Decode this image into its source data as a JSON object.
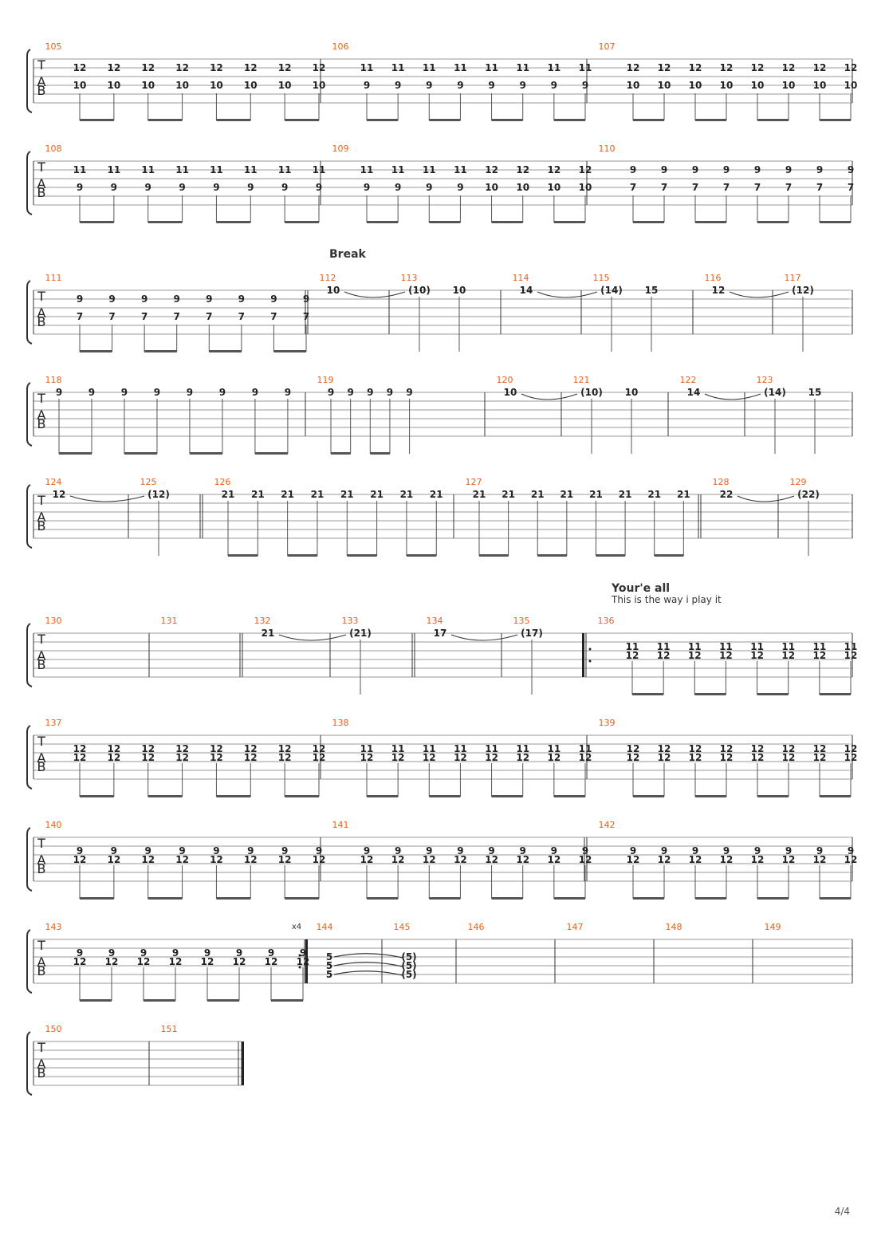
{
  "page": {
    "number": "4/4"
  },
  "systems": [
    {
      "bracket": true,
      "measures": [
        {
          "num": "105",
          "pattern": "p",
          "notes": [
            [
              "12",
              "10"
            ],
            [
              "12",
              "10"
            ],
            [
              "12",
              "10"
            ],
            [
              "12",
              "10"
            ],
            [
              "12",
              "10"
            ],
            [
              "12",
              "10"
            ],
            [
              "12",
              "10"
            ],
            [
              "12",
              "10"
            ]
          ]
        },
        {
          "num": "106",
          "pattern": "p",
          "notes": [
            [
              "11",
              "9"
            ],
            [
              "11",
              "9"
            ],
            [
              "11",
              "9"
            ],
            [
              "11",
              "9"
            ],
            [
              "11",
              "9"
            ],
            [
              "11",
              "9"
            ],
            [
              "11",
              "9"
            ],
            [
              "11",
              "9"
            ]
          ]
        },
        {
          "num": "107",
          "pattern": "p",
          "notes": [
            [
              "12",
              "10"
            ],
            [
              "12",
              "10"
            ],
            [
              "12",
              "10"
            ],
            [
              "12",
              "10"
            ],
            [
              "12",
              "10"
            ],
            [
              "12",
              "10"
            ],
            [
              "12",
              "10"
            ],
            [
              "12",
              "10"
            ]
          ]
        }
      ]
    },
    {
      "bracket": true,
      "measures": [
        {
          "num": "108",
          "pattern": "p",
          "notes": [
            [
              "11",
              "9"
            ],
            [
              "11",
              "9"
            ],
            [
              "11",
              "9"
            ],
            [
              "11",
              "9"
            ],
            [
              "11",
              "9"
            ],
            [
              "11",
              "9"
            ],
            [
              "11",
              "9"
            ],
            [
              "11",
              "9"
            ]
          ]
        },
        {
          "num": "109",
          "pattern": "p",
          "notes": [
            [
              "11",
              "9"
            ],
            [
              "11",
              "9"
            ],
            [
              "11",
              "9"
            ],
            [
              "11",
              "9"
            ],
            [
              "12",
              "10"
            ],
            [
              "12",
              "10"
            ],
            [
              "12",
              "10"
            ],
            [
              "12",
              "10"
            ]
          ]
        },
        {
          "num": "110",
          "pattern": "p",
          "notes": [
            [
              "9",
              "7"
            ],
            [
              "9",
              "7"
            ],
            [
              "9",
              "7"
            ],
            [
              "9",
              "7"
            ],
            [
              "9",
              "7"
            ],
            [
              "9",
              "7"
            ],
            [
              "9",
              "7"
            ],
            [
              "9",
              "7"
            ]
          ]
        }
      ]
    },
    {
      "bracket": true,
      "section": "Break",
      "measures": [
        {
          "num": "111",
          "pattern": "p",
          "notes": [
            [
              "9",
              "7"
            ],
            [
              "9",
              "7"
            ],
            [
              "9",
              "7"
            ],
            [
              "9",
              "7"
            ],
            [
              "9",
              "7"
            ],
            [
              "9",
              "7"
            ],
            [
              "9",
              "7"
            ],
            [
              "9",
              "7"
            ]
          ]
        },
        {
          "num": "112",
          "pattern": "tie",
          "notes": [
            "10"
          ]
        },
        {
          "num": "113",
          "pattern": "tied",
          "notes": [
            "(10)",
            "10"
          ]
        },
        {
          "num": "114",
          "pattern": "tie",
          "notes": [
            "14"
          ]
        },
        {
          "num": "115",
          "pattern": "tied",
          "notes": [
            "(14)",
            "15"
          ]
        },
        {
          "num": "116",
          "pattern": "tie",
          "notes": [
            "12"
          ]
        },
        {
          "num": "117",
          "pattern": "tied",
          "notes": [
            "(12)"
          ]
        }
      ]
    },
    {
      "bracket": true,
      "measures": [
        {
          "num": "118",
          "pattern": "high",
          "notes": [
            "9",
            "9",
            "9",
            "9",
            "9",
            "9",
            "9",
            "9"
          ]
        },
        {
          "num": "119",
          "pattern": "high",
          "notes": [
            "9",
            "9",
            "9",
            "9",
            "9"
          ]
        },
        {
          "num": "120",
          "pattern": "tie",
          "notes": [
            "10"
          ]
        },
        {
          "num": "121",
          "pattern": "tied",
          "notes": [
            "(10)",
            "10"
          ]
        },
        {
          "num": "122",
          "pattern": "tie",
          "notes": [
            "14"
          ]
        },
        {
          "num": "123",
          "pattern": "tied",
          "notes": [
            "(14)",
            "15"
          ]
        }
      ]
    },
    {
      "bracket": true,
      "measures": [
        {
          "num": "124",
          "pattern": "tie",
          "notes": [
            "12"
          ]
        },
        {
          "num": "125",
          "pattern": "tied",
          "notes": [
            "(12)"
          ]
        },
        {
          "num": "126",
          "pattern": "high",
          "notes": [
            "21",
            "21",
            "21",
            "21",
            "21",
            "21",
            "21",
            "21"
          ]
        },
        {
          "num": "127",
          "pattern": "high",
          "notes": [
            "21",
            "21",
            "21",
            "21",
            "21",
            "21",
            "21",
            "21"
          ]
        },
        {
          "num": "128",
          "pattern": "tie",
          "notes": [
            "22"
          ]
        },
        {
          "num": "129",
          "pattern": "tied",
          "notes": [
            "(22)"
          ]
        }
      ]
    },
    {
      "bracket": true,
      "section": "Your'e all",
      "section_sub": "This is the way i play it",
      "measures": [
        {
          "num": "130",
          "pattern": "empty",
          "notes": []
        },
        {
          "num": "131",
          "pattern": "empty",
          "notes": []
        },
        {
          "num": "132",
          "pattern": "tie",
          "notes": [
            "21"
          ]
        },
        {
          "num": "133",
          "pattern": "tied",
          "notes": [
            "(21)"
          ]
        },
        {
          "num": "134",
          "pattern": "tie",
          "notes": [
            "17"
          ]
        },
        {
          "num": "135",
          "pattern": "tied",
          "notes": [
            "(17)"
          ]
        },
        {
          "num": "136",
          "pattern": "pair",
          "notes": [
            [
              "11",
              "12"
            ],
            [
              "11",
              "12"
            ],
            [
              "11",
              "12"
            ],
            [
              "11",
              "12"
            ],
            [
              "11",
              "12"
            ],
            [
              "11",
              "12"
            ],
            [
              "11",
              "12"
            ],
            [
              "11",
              "12"
            ]
          ]
        }
      ]
    },
    {
      "bracket": true,
      "measures": [
        {
          "num": "137",
          "pattern": "pair",
          "notes": [
            [
              "12",
              "12"
            ],
            [
              "12",
              "12"
            ],
            [
              "12",
              "12"
            ],
            [
              "12",
              "12"
            ],
            [
              "12",
              "12"
            ],
            [
              "12",
              "12"
            ],
            [
              "12",
              "12"
            ],
            [
              "12",
              "12"
            ]
          ]
        },
        {
          "num": "138",
          "pattern": "pair",
          "notes": [
            [
              "11",
              "12"
            ],
            [
              "11",
              "12"
            ],
            [
              "11",
              "12"
            ],
            [
              "11",
              "12"
            ],
            [
              "11",
              "12"
            ],
            [
              "11",
              "12"
            ],
            [
              "11",
              "12"
            ],
            [
              "11",
              "12"
            ]
          ]
        },
        {
          "num": "139",
          "pattern": "pair",
          "notes": [
            [
              "12",
              "12"
            ],
            [
              "12",
              "12"
            ],
            [
              "12",
              "12"
            ],
            [
              "12",
              "12"
            ],
            [
              "12",
              "12"
            ],
            [
              "12",
              "12"
            ],
            [
              "12",
              "12"
            ],
            [
              "12",
              "12"
            ]
          ]
        }
      ]
    },
    {
      "bracket": true,
      "measures": [
        {
          "num": "140",
          "pattern": "pair",
          "notes": [
            [
              "9",
              "12"
            ],
            [
              "9",
              "12"
            ],
            [
              "9",
              "12"
            ],
            [
              "9",
              "12"
            ],
            [
              "9",
              "12"
            ],
            [
              "9",
              "12"
            ],
            [
              "9",
              "12"
            ],
            [
              "9",
              "12"
            ]
          ]
        },
        {
          "num": "141",
          "pattern": "pair",
          "notes": [
            [
              "9",
              "12"
            ],
            [
              "9",
              "12"
            ],
            [
              "9",
              "12"
            ],
            [
              "9",
              "12"
            ],
            [
              "9",
              "12"
            ],
            [
              "9",
              "12"
            ],
            [
              "9",
              "12"
            ],
            [
              "9",
              "12"
            ]
          ]
        },
        {
          "num": "142",
          "pattern": "pair",
          "notes": [
            [
              "9",
              "12"
            ],
            [
              "9",
              "12"
            ],
            [
              "9",
              "12"
            ],
            [
              "9",
              "12"
            ],
            [
              "9",
              "12"
            ],
            [
              "9",
              "12"
            ],
            [
              "9",
              "12"
            ],
            [
              "9",
              "12"
            ]
          ]
        }
      ]
    },
    {
      "bracket": true,
      "repeat_count": "x4",
      "measures": [
        {
          "num": "143",
          "pattern": "pair",
          "notes": [
            [
              "9",
              "12"
            ],
            [
              "9",
              "12"
            ],
            [
              "9",
              "12"
            ],
            [
              "9",
              "12"
            ],
            [
              "9",
              "12"
            ],
            [
              "9",
              "12"
            ],
            [
              "9",
              "12"
            ],
            [
              "9",
              "12"
            ]
          ]
        },
        {
          "num": "144",
          "pattern": "chord",
          "notes": [
            "5",
            "5",
            "5"
          ]
        },
        {
          "num": "145",
          "pattern": "chordtied",
          "notes": [
            "(5)",
            "(5)",
            "(5)"
          ]
        },
        {
          "num": "146",
          "pattern": "empty",
          "notes": []
        },
        {
          "num": "147",
          "pattern": "empty",
          "notes": []
        },
        {
          "num": "148",
          "pattern": "empty",
          "notes": []
        },
        {
          "num": "149",
          "pattern": "empty",
          "notes": []
        }
      ]
    },
    {
      "bracket": true,
      "measures": [
        {
          "num": "150",
          "pattern": "empty",
          "notes": []
        },
        {
          "num": "151",
          "pattern": "empty",
          "notes": []
        }
      ]
    }
  ]
}
